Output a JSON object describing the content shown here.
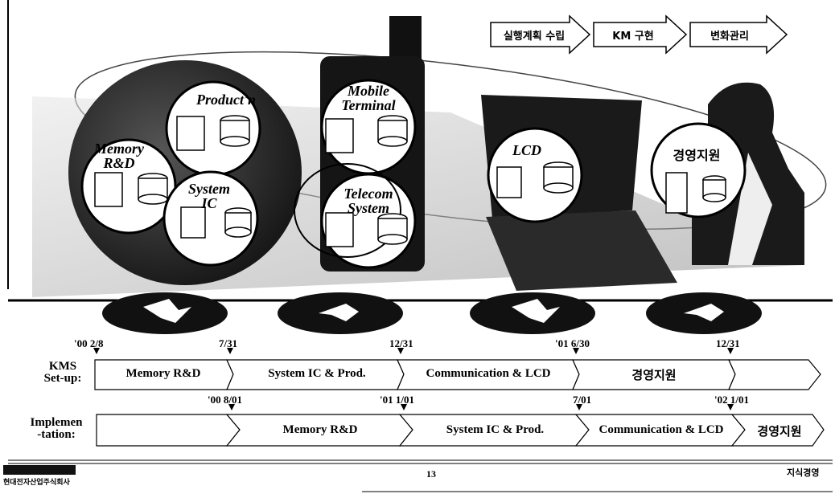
{
  "process_steps": [
    "실행계획 수립",
    "KM 구현",
    "변화관리"
  ],
  "bubbles": {
    "product": "Product'n",
    "memory": "Memory R&D",
    "system_ic": "System IC",
    "mobile": "Mobile Terminal",
    "telecom": "Telecom System",
    "lcd": "LCD",
    "management": "경영지원"
  },
  "timeline": {
    "setup": {
      "label_line1": "KMS",
      "label_line2": "Set-up:",
      "dates": [
        "'00 2/8",
        "7/31",
        "12/31",
        "'01 6/30",
        "12/31"
      ],
      "segments": [
        "Memory R&D",
        "System IC & Prod.",
        "Communication & LCD",
        "경영지원",
        ""
      ]
    },
    "implementation": {
      "label_line1": "Implemen",
      "label_line2": "-tation:",
      "dates": [
        "'00 8/01",
        "'01 1/01",
        "7/01",
        "'02 1/01"
      ],
      "segments": [
        "",
        "Memory R&D",
        "System IC & Prod.",
        "Communication & LCD",
        "경영지원"
      ]
    }
  },
  "footer": {
    "company_logo_text": "현대전자산업주식회사",
    "page_number": "13",
    "section": "지식경영"
  }
}
